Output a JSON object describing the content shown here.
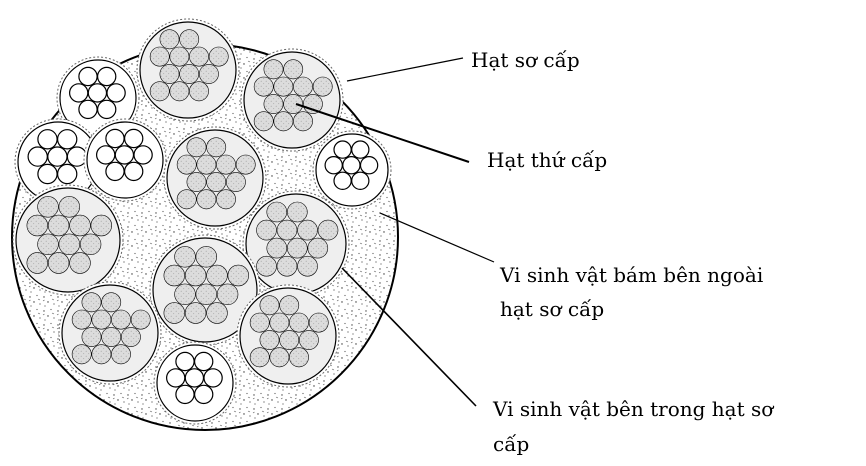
{
  "labels": {
    "primary_particle": "Hạt sơ cấp",
    "secondary_particle": "Hạt thứ cấp",
    "outer_microbes_line1": "Vi sinh vật bám bên  ngoài",
    "outer_microbes_line2": "hạt  sơ cấp",
    "inner_microbes_line1": "Vi sinh vật bên trong hạt sơ",
    "inner_microbes_line2": "cấp"
  },
  "colors": {
    "outline": "#000000",
    "grain_fill": "#d8d8d8",
    "background": "#ffffff"
  }
}
